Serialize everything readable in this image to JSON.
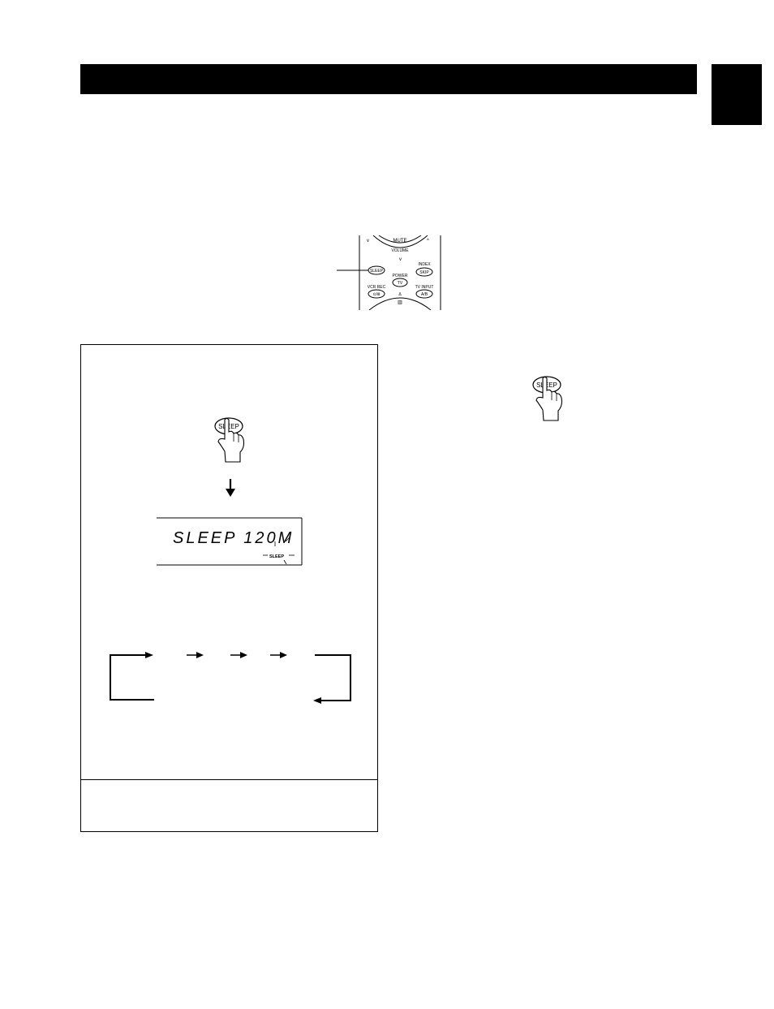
{
  "remote": {
    "labels": {
      "mute": "MUTE",
      "volume": "VOLUME",
      "sleep": "SLEEP",
      "index": "INDEX",
      "skip": "SKIP",
      "power": "POWER",
      "tv": "TV",
      "vcr_rec": "VCR REC",
      "rec_symbol": "⊙/Ⅲ",
      "tv_input": "TV INPUT",
      "av": "A/B",
      "menu": "▥"
    }
  },
  "panel": {
    "sleep_button_label": "SLEEP",
    "display_text": "SLEEP 120M",
    "display_indicator": "SLEEP"
  },
  "right_column": {
    "sleep_button_label": "SLEEP"
  }
}
